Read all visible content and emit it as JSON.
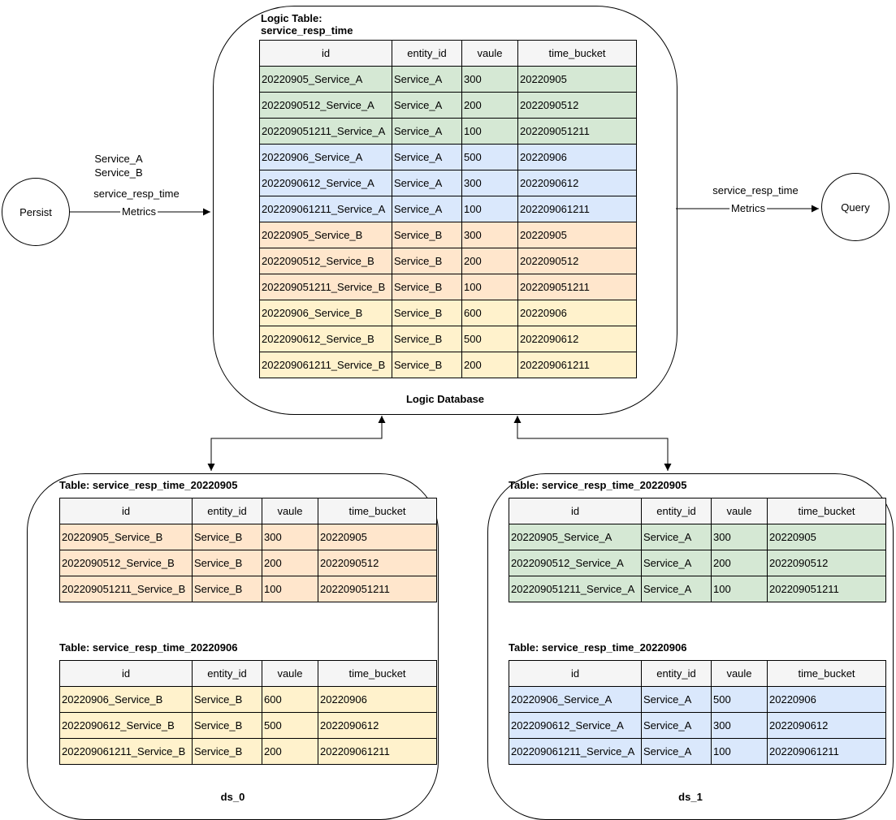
{
  "colors": {
    "green": "#d5e8d4",
    "blue": "#dae8fc",
    "orange": "#ffe6cc",
    "yellow": "#fff2cc",
    "header_bg": "#f5f5f5",
    "stroke": "#000000"
  },
  "nodes": {
    "persist": {
      "label": "Persist"
    },
    "query": {
      "label": "Query"
    }
  },
  "edges": {
    "persist_to_db": {
      "entity_line1": "Service_A",
      "entity_line2": "Service_B",
      "metric_name": "service_resp_time",
      "label": "Metrics"
    },
    "db_to_query": {
      "metric_name": "service_resp_time",
      "label": "Metrics"
    }
  },
  "logic_db": {
    "title_line1": "Logic Table:",
    "title_line2": "service_resp_time",
    "footer": "Logic Database",
    "table": {
      "columns": [
        "id",
        "entity_id",
        "vaule",
        "time_bucket"
      ],
      "rows": [
        {
          "color": "green",
          "cells": [
            "20220905_Service_A",
            "Service_A",
            "300",
            "20220905"
          ]
        },
        {
          "color": "green",
          "cells": [
            "2022090512_Service_A",
            "Service_A",
            "200",
            "2022090512"
          ]
        },
        {
          "color": "green",
          "cells": [
            "202209051211_Service_A",
            "Service_A",
            "100",
            "202209051211"
          ]
        },
        {
          "color": "blue",
          "cells": [
            "20220906_Service_A",
            "Service_A",
            "500",
            "20220906"
          ]
        },
        {
          "color": "blue",
          "cells": [
            "2022090612_Service_A",
            "Service_A",
            "300",
            "2022090612"
          ]
        },
        {
          "color": "blue",
          "cells": [
            "202209061211_Service_A",
            "Service_A",
            "100",
            "202209061211"
          ]
        },
        {
          "color": "orange",
          "cells": [
            "20220905_Service_B",
            "Service_B",
            "300",
            "20220905"
          ]
        },
        {
          "color": "orange",
          "cells": [
            "2022090512_Service_B",
            "Service_B",
            "200",
            "2022090512"
          ]
        },
        {
          "color": "orange",
          "cells": [
            "202209051211_Service_B",
            "Service_B",
            "100",
            "202209051211"
          ]
        },
        {
          "color": "yellow",
          "cells": [
            "20220906_Service_B",
            "Service_B",
            "600",
            "20220906"
          ]
        },
        {
          "color": "yellow",
          "cells": [
            "2022090612_Service_B",
            "Service_B",
            "500",
            "2022090612"
          ]
        },
        {
          "color": "yellow",
          "cells": [
            "202209061211_Service_B",
            "Service_B",
            "200",
            "202209061211"
          ]
        }
      ]
    }
  },
  "ds_0": {
    "footer": "ds_0",
    "tables": [
      {
        "title": "Table: service_resp_time_20220905",
        "columns": [
          "id",
          "entity_id",
          "vaule",
          "time_bucket"
        ],
        "rows": [
          {
            "color": "orange",
            "cells": [
              "20220905_Service_B",
              "Service_B",
              "300",
              "20220905"
            ]
          },
          {
            "color": "orange",
            "cells": [
              "2022090512_Service_B",
              "Service_B",
              "200",
              "2022090512"
            ]
          },
          {
            "color": "orange",
            "cells": [
              "202209051211_Service_B",
              "Service_B",
              "100",
              "202209051211"
            ]
          }
        ]
      },
      {
        "title": "Table: service_resp_time_20220906",
        "columns": [
          "id",
          "entity_id",
          "vaule",
          "time_bucket"
        ],
        "rows": [
          {
            "color": "yellow",
            "cells": [
              "20220906_Service_B",
              "Service_B",
              "600",
              "20220906"
            ]
          },
          {
            "color": "yellow",
            "cells": [
              "2022090612_Service_B",
              "Service_B",
              "500",
              "2022090612"
            ]
          },
          {
            "color": "yellow",
            "cells": [
              "202209061211_Service_B",
              "Service_B",
              "200",
              "202209061211"
            ]
          }
        ]
      }
    ]
  },
  "ds_1": {
    "footer": "ds_1",
    "tables": [
      {
        "title": "Table: service_resp_time_20220905",
        "columns": [
          "id",
          "entity_id",
          "vaule",
          "time_bucket"
        ],
        "rows": [
          {
            "color": "green",
            "cells": [
              "20220905_Service_A",
              "Service_A",
              "300",
              "20220905"
            ]
          },
          {
            "color": "green",
            "cells": [
              "2022090512_Service_A",
              "Service_A",
              "200",
              "2022090512"
            ]
          },
          {
            "color": "green",
            "cells": [
              "202209051211_Service_A",
              "Service_A",
              "100",
              "202209051211"
            ]
          }
        ]
      },
      {
        "title": "Table: service_resp_time_20220906",
        "columns": [
          "id",
          "entity_id",
          "vaule",
          "time_bucket"
        ],
        "rows": [
          {
            "color": "blue",
            "cells": [
              "20220906_Service_A",
              "Service_A",
              "500",
              "20220906"
            ]
          },
          {
            "color": "blue",
            "cells": [
              "2022090612_Service_A",
              "Service_A",
              "300",
              "2022090612"
            ]
          },
          {
            "color": "blue",
            "cells": [
              "202209061211_Service_A",
              "Service_A",
              "100",
              "202209061211"
            ]
          }
        ]
      }
    ]
  }
}
